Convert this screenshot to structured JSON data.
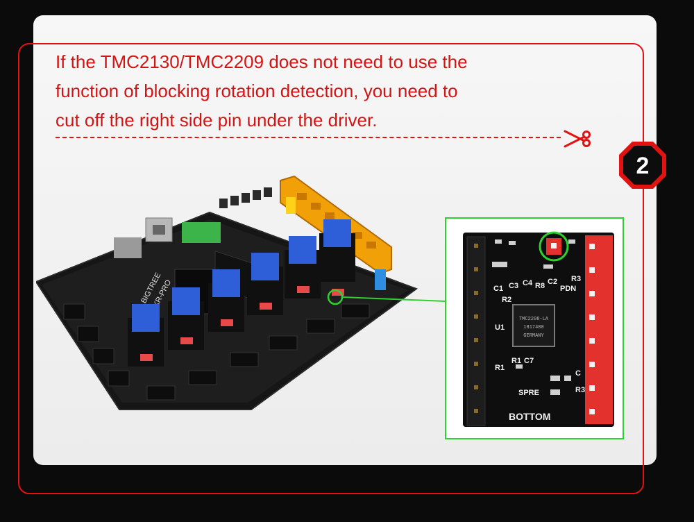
{
  "instruction": {
    "line1": "If the TMC2130/TMC2209 does not need to use the",
    "line2": "function of blocking rotation detection, you need to",
    "line3": "cut off the right side pin under the driver."
  },
  "step_number": "2",
  "board": {
    "silkscreen_1": "BIGTREE",
    "silkscreen_2": "SKR-PRO"
  },
  "driver_closeup": {
    "chip_line1": "TMC2208-LA",
    "chip_line2": "1817480",
    "chip_line3": "GERMANY",
    "bottom_label": "BOTTOM",
    "labels": {
      "c1": "C1",
      "r2": "R2",
      "c3": "C3",
      "c4": "C4",
      "r8": "R8",
      "c2": "C2",
      "pdn": "PDN",
      "r3a": "R3",
      "u1": "U1",
      "r1a": "R1",
      "r1b": "R1",
      "c7": "C7",
      "spre": "SPRE",
      "c": "C",
      "r3b": "R3"
    }
  },
  "colors": {
    "accent_red": "#e01212",
    "highlight_green": "#2fd12f",
    "card_background": "#f2f2f2",
    "page_background": "#0b0b0b"
  },
  "icons": [
    "scissors-icon",
    "step-badge"
  ]
}
